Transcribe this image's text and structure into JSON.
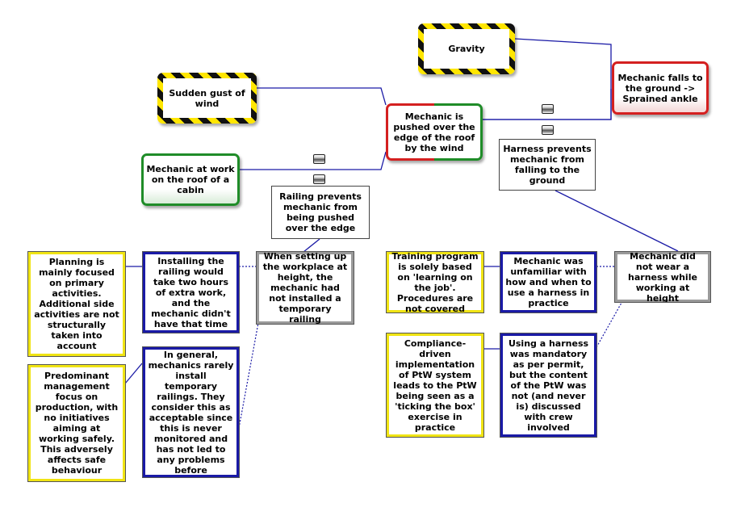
{
  "nodes": {
    "gravity": "Gravity",
    "wind": "Sudden gust of wind",
    "roof_work": "Mechanic at work on the roof of a cabin",
    "top_event": "Mechanic is pushed over the edge of the roof by the wind",
    "consequence": "Mechanic falls to the ground -> Sprained ankle",
    "barrier_harness": "Harness prevents mechanic from falling to the ground",
    "barrier_railing": "Railing prevents mechanic from being pushed over the edge",
    "failure_railing": "When setting up the workplace at height, the mechanic had not installed a temporary railing",
    "failure_harness": "Mechanic did not wear a harness while working at height",
    "cause_railing_time": "Installing the railing would take two hours of extra work, and the mechanic didn't have that time",
    "cause_rarely_install": "In general, mechanics rarely install temporary railings. They consider this as acceptable since this is never monitored and has not led to any problems before",
    "org_planning": "Planning is mainly focused on primary activities. Additional side activities are not structurally taken into account",
    "org_management": "Predominant management focus on production, with no initiatives aiming at working safely. This adversely affects safe behaviour",
    "cause_unfamiliar": "Mechanic was unfamiliar with how and when to use a harness in practice",
    "cause_mandatory": "Using a harness was mandatory as per permit, but the content of the PtW was not (and never is) discussed with crew involved",
    "org_training": "Training program is solely based on 'learning on the job'. Procedures are not covered",
    "org_compliance": "Compliance-driven implementation of PtW system leads to the PtW being seen as a 'ticking the box' exercise in practice"
  },
  "colors": {
    "line": "#1a1aa6",
    "hazard_yellow": "#ffe600",
    "green": "#1f8c28",
    "red": "#d42020",
    "blue": "#1a1aa6",
    "yellow": "#f0e414",
    "gray": "#9a9a9a"
  },
  "icons": [
    "barrier-icon",
    "barrier-icon",
    "barrier-icon",
    "barrier-icon"
  ]
}
